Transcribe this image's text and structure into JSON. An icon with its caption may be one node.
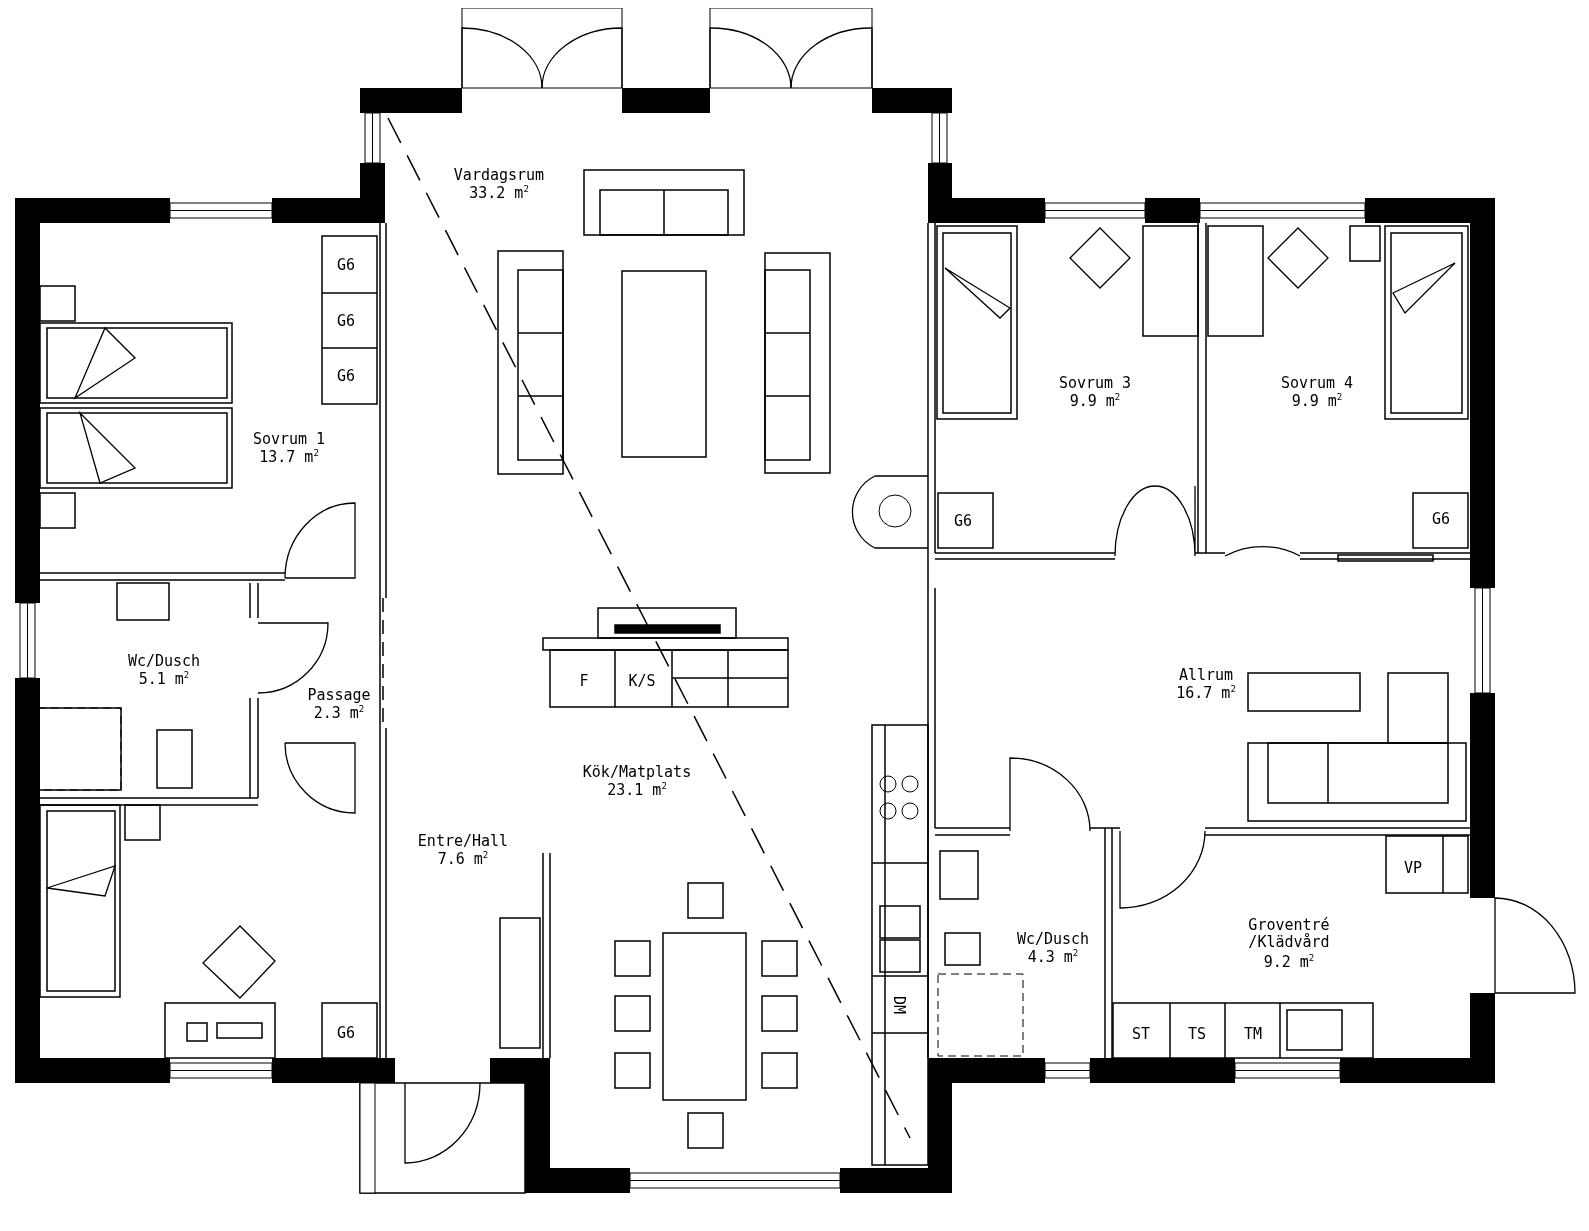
{
  "diagram": {
    "labels": [
      "Vardagsrum",
      "33.2 m$^{2}$",
      "G6",
      "G6",
      "G6",
      "Sovrum 3",
      "9.9 m$^{2}$",
      "Sovrum 4",
      "9.9 m$^{2}$",
      "Sovrum 1",
      "13.7 m$^{2}$",
      "G6",
      "G6",
      "Wc/Dusch",
      "5.1 m$^{2}$",
      "Allrum",
      "16.7 m$^{2}$",
      "F",
      "K/S",
      "Passage",
      "2.3 m$^{2}$",
      "Kök/Matplats",
      "23.1 m$^{2}$",
      "Entre/Hall",
      "7.6 m$^{2}$",
      "VP",
      "Wc/Dusch",
      "4.3 m$^{2}$",
      "Groventré /Klädvård",
      "9.2 m$^{2}$",
      "DM",
      "G6",
      "ST",
      "TS",
      "TM"
    ]
  }
}
